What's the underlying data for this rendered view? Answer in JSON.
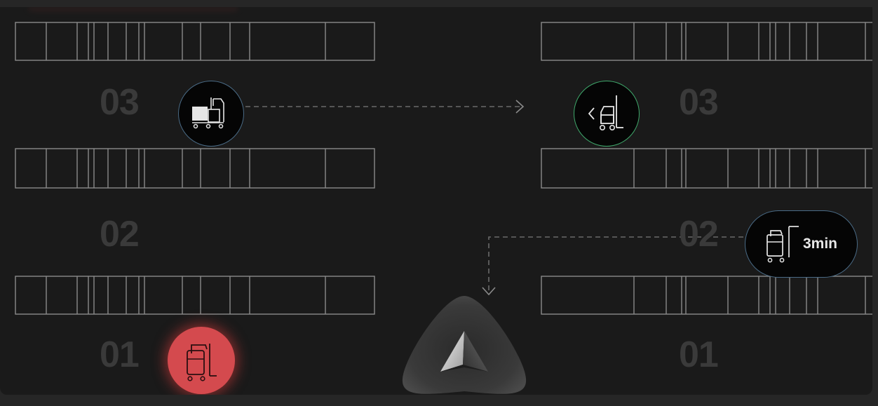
{
  "colors": {
    "background": "#1a1a1a",
    "rack_stroke": "#8b8b8b",
    "aisle_label": "#3a3a3a",
    "alert": "#d44a4e",
    "forklift_ring": "#3fa86b",
    "loading_ring": "#4a6b86",
    "route": "#6a6a6a"
  },
  "aisles": {
    "left": [
      "03",
      "02",
      "01"
    ],
    "right": [
      "03",
      "02",
      "01"
    ]
  },
  "vehicles": {
    "loading": {
      "icon": "cart-loading-icon"
    },
    "forklift": {
      "icon": "forklift-back-icon"
    },
    "alert": {
      "icon": "cart-alert-icon"
    },
    "eta_cart": {
      "icon": "cart-eta-icon",
      "eta": "3min"
    }
  },
  "navigation": {
    "icon": "navigation-arrow-icon"
  }
}
